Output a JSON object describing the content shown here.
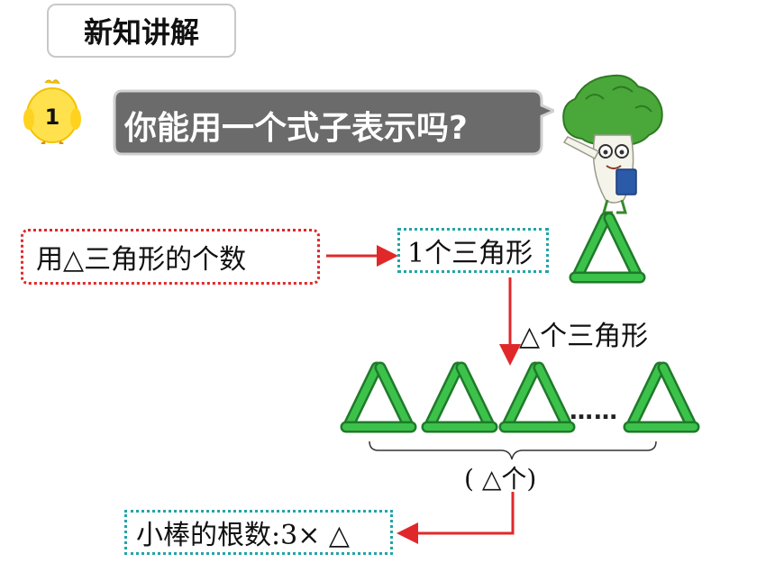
{
  "header": {
    "title": "新知讲解"
  },
  "badge": {
    "number": "1"
  },
  "speech": {
    "question": "你能用一个式子表示吗?"
  },
  "diagram": {
    "source_box": "用△三角形的个数",
    "one_box": "1个三角形",
    "many_label": "△个三角形",
    "ellipsis": "……",
    "count_label": "( △个)",
    "result_box": "小棒的根数:3× △"
  },
  "colors": {
    "red_arrow": "#e0282a",
    "teal_border": "#23a4a8",
    "stick_green": "#2aa838",
    "bubble_gray": "#6b6b6b"
  },
  "icons": {
    "chick": "chick-icon",
    "mascot": "cabbage-teacher-icon",
    "triangle": "stick-triangle-icon"
  }
}
